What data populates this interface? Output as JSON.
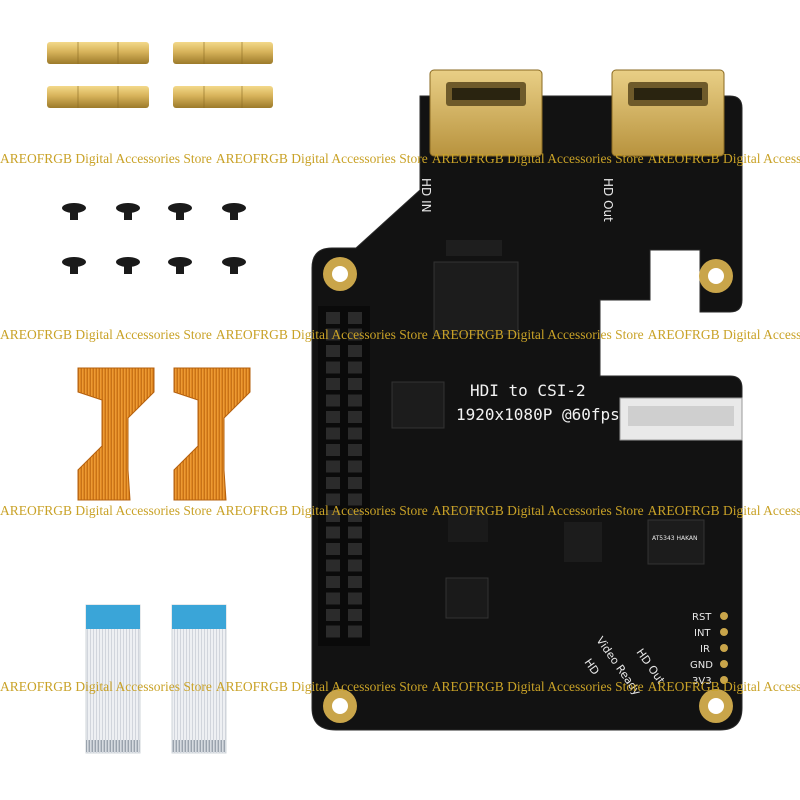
{
  "board": {
    "title_line1": "HDI   to CSI-2",
    "title_line2": "1920x1080P @60fps",
    "port_in_label": "HD  IN",
    "port_out_label": "HD  Out",
    "header_labels": [
      "RST",
      "INT",
      "IR",
      "GND",
      "3V3"
    ],
    "corner_labels": [
      "Video Ready",
      "HD",
      "HD Out"
    ],
    "chip_marking": "AT5343 HAKAN"
  },
  "watermark": {
    "text": "AREOFRGB Digital Accessories Store"
  },
  "accessories": {
    "standoffs": 4,
    "screws": 8,
    "flex_cables_orange": 2,
    "ffc_cables_white": 2
  },
  "colors": {
    "pcb": "#111111",
    "brass": "#d7b35a",
    "gold_pad": "#c9a54a",
    "flex_orange": "#e08a1e",
    "ffc_blue": "#3aa5d8",
    "watermark": "#c9a227"
  }
}
